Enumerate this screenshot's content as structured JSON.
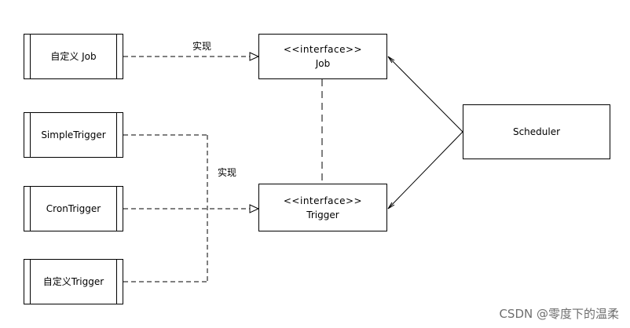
{
  "diagram": {
    "nodes": {
      "custom_job": {
        "label": "自定义 Job"
      },
      "simple_trigger": {
        "label": "SimpleTrigger"
      },
      "cron_trigger": {
        "label": "CronTrigger"
      },
      "custom_trigger": {
        "label": "自定义Trigger"
      },
      "job_interface": {
        "stereotype": "<<interface>>",
        "label": "Job"
      },
      "trigger_interface": {
        "stereotype": "<<interface>>",
        "label": "Trigger"
      },
      "scheduler": {
        "label": "Scheduler"
      }
    },
    "edges": {
      "implements_job_label": "实现",
      "implements_trigger_label": "实现"
    }
  },
  "watermark": "CSDN @零度下的温柔",
  "colors": {
    "line": "#000000",
    "watermark": "#555555"
  }
}
